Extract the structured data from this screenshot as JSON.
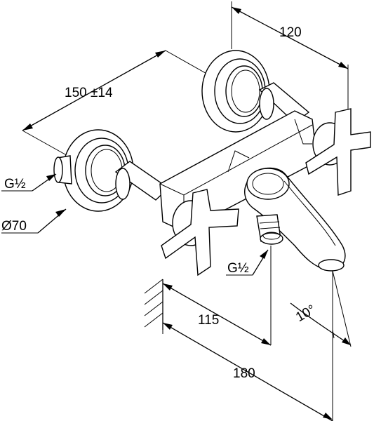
{
  "dimensions": {
    "width_top": "120",
    "spacing": "150 ±14",
    "thread_left": "G½",
    "diameter": "Ø70",
    "thread_outlet": "G½",
    "projection_outlet": "115",
    "projection_total": "180",
    "angle": "10°"
  },
  "colors": {
    "line": "#000000",
    "background": "#ffffff"
  }
}
